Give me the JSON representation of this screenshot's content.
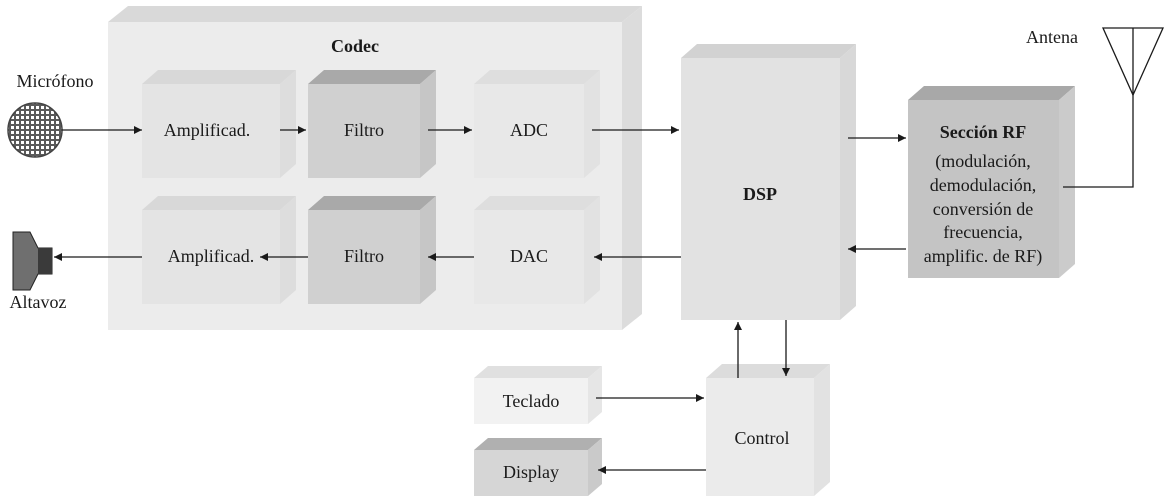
{
  "codec": {
    "title": "Codec",
    "upper_chain": [
      "Amplificad.",
      "Filtro",
      "ADC"
    ],
    "lower_chain": [
      "Amplificad.",
      "Filtro",
      "DAC"
    ]
  },
  "microphone": {
    "label": "Micrófono",
    "icon": "microphone-icon"
  },
  "speaker": {
    "label": "Altavoz",
    "icon": "speaker-icon"
  },
  "dsp": {
    "label": "DSP"
  },
  "rf": {
    "title": "Sección RF",
    "description_lines": [
      "(modulación,",
      "demodulación,",
      "conversión de",
      "frecuencia,",
      "amplific. de RF)"
    ]
  },
  "antenna": {
    "label": "Antena",
    "icon": "antenna-icon"
  },
  "control": {
    "label": "Control"
  },
  "keyboard": {
    "label": "Teclado"
  },
  "display": {
    "label": "Display"
  },
  "colors": {
    "codec_panel": "#ececec",
    "light_block": "#e6e6e6",
    "filter_block": "#d0d0d0",
    "rf_block": "#c4c4c4",
    "keyboard_block": "#f2f2f2",
    "display_block": "#d6d6d6",
    "line": "#1a1a1a"
  }
}
